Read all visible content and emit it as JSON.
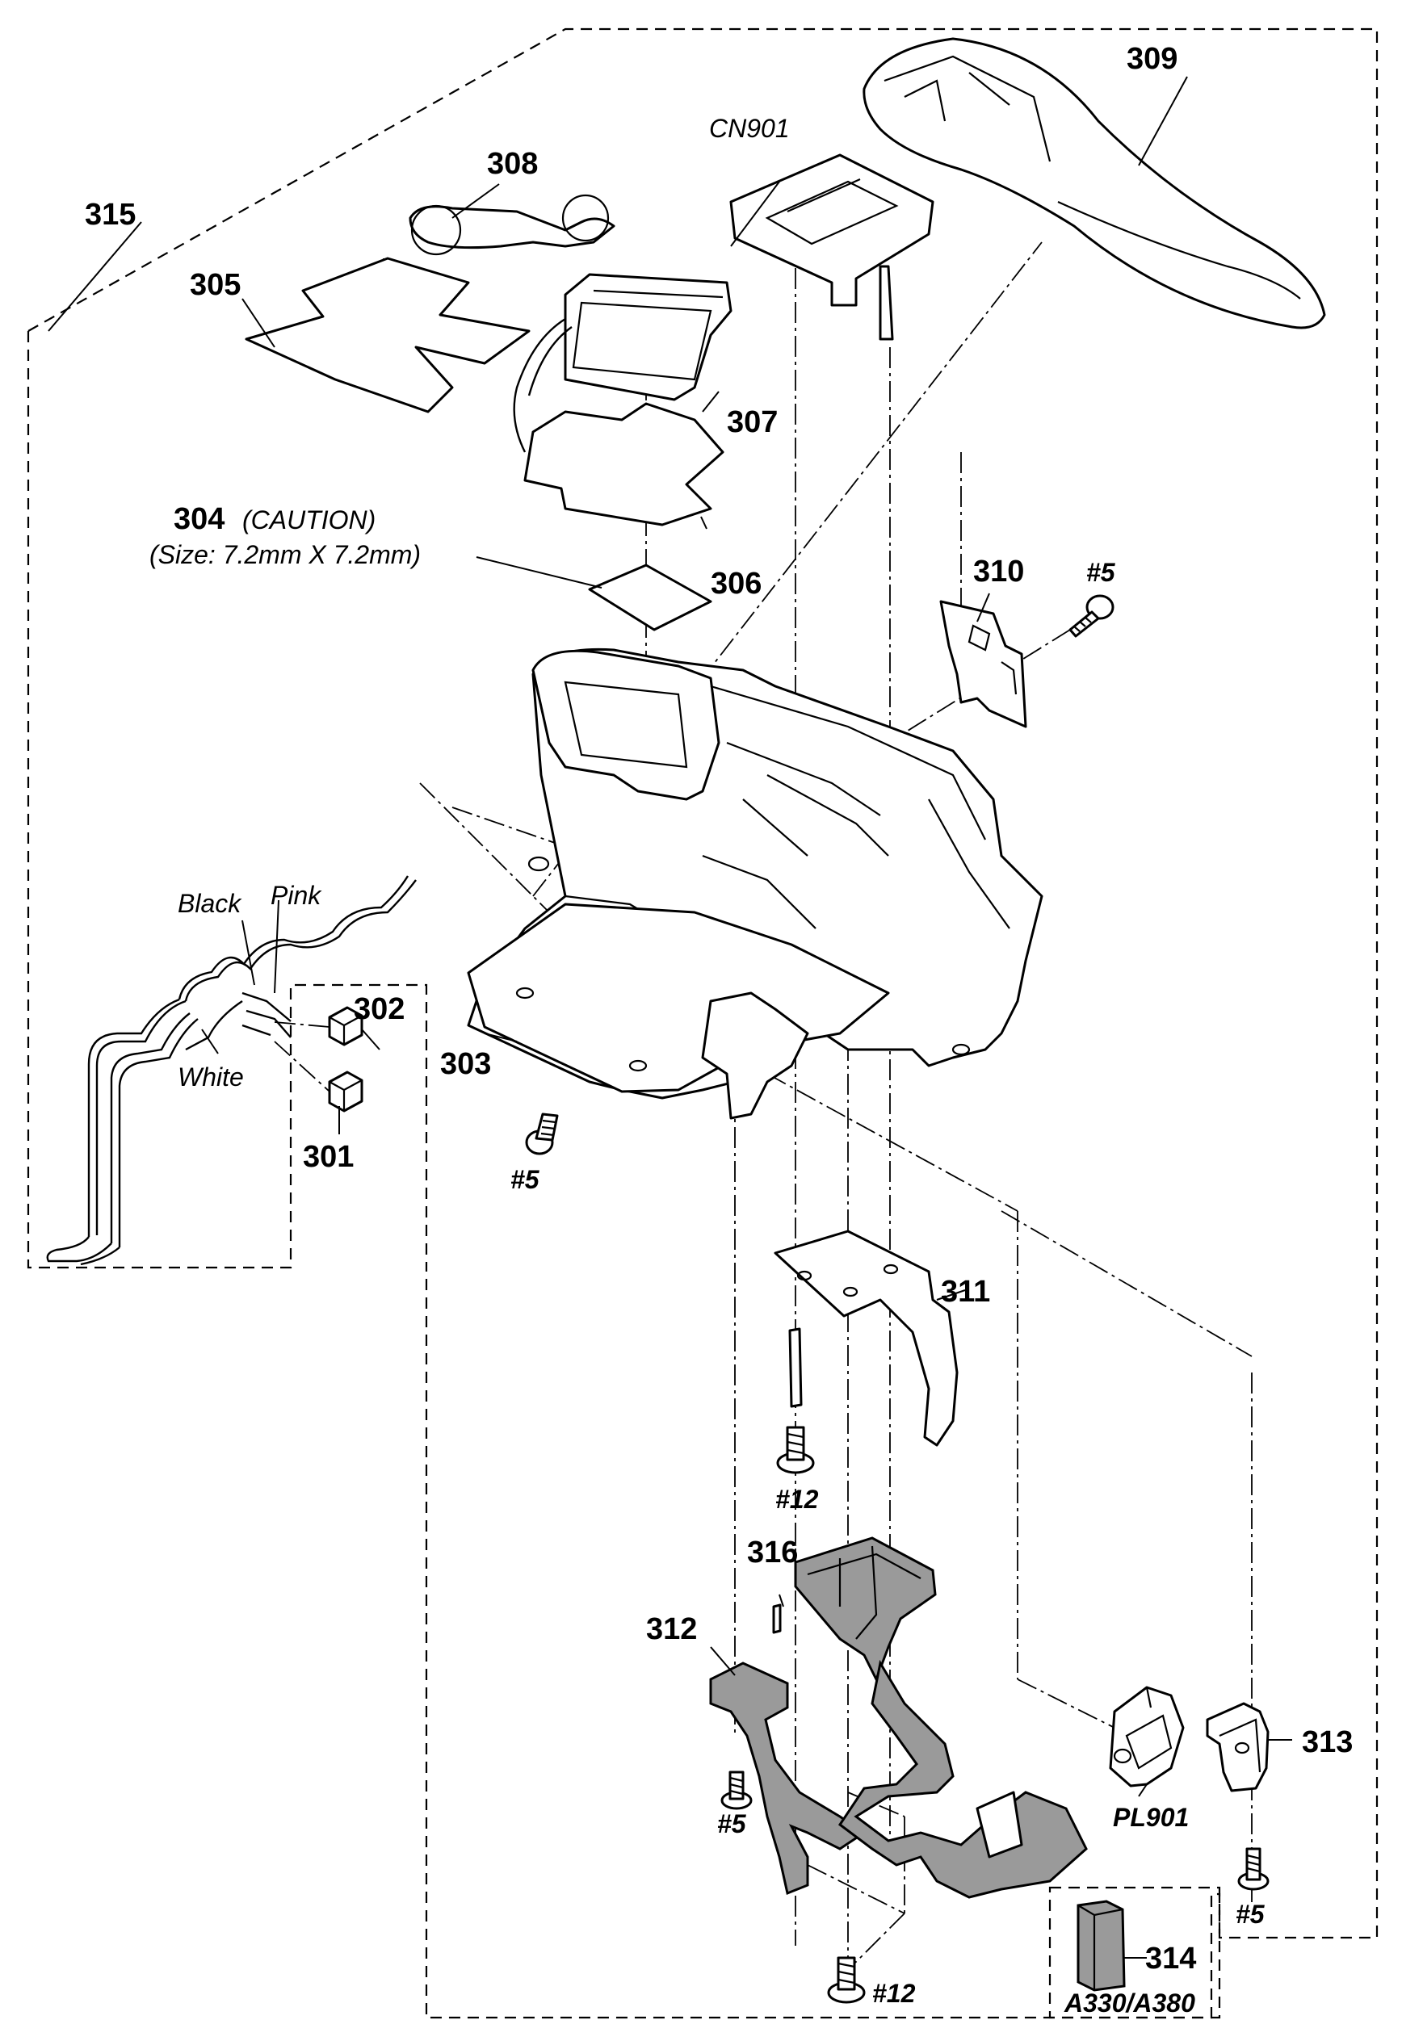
{
  "labels": {
    "p315": "315",
    "p305": "305",
    "p308": "308",
    "p307": "307",
    "p306": "306",
    "p304": "304",
    "p304_caution": "(CAUTION)",
    "p304_size": "(Size: 7.2mm X 7.2mm)",
    "cn901": "CN901",
    "p309": "309",
    "p310": "310",
    "screw_5_a": "#5",
    "black": "Black",
    "pink": "Pink",
    "white": "White",
    "p302": "302",
    "p301": "301",
    "p303": "303",
    "screw_5_b": "#5",
    "p311": "311",
    "screw_12_a": "#12",
    "p316": "316",
    "p312": "312",
    "screw_5_c": "#5",
    "pl901": "PL901",
    "p313": "313",
    "screw_5_d": "#5",
    "screw_12_b": "#12",
    "p314": "314",
    "model_variant": "A330/A380"
  }
}
